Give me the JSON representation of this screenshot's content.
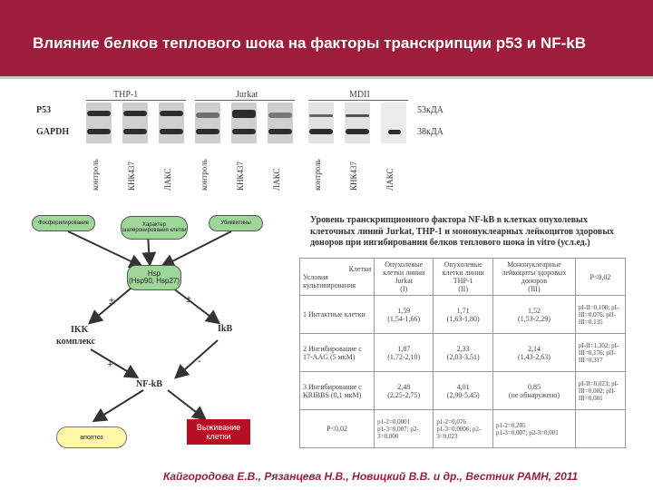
{
  "header": {
    "title": "Влияние белков теплового шока на факторы транскрипции р53 и NF-kB"
  },
  "blot": {
    "rows": [
      {
        "label": "P53",
        "size": "53кДА"
      },
      {
        "label": "GAPDH",
        "size": "38кДА"
      }
    ],
    "groups": [
      "THP-1",
      "Jurkat",
      "MDII"
    ],
    "lanes": [
      "контроль",
      "КНК437",
      "ЛАКС",
      "контроль",
      "КНК437",
      "ЛАКС",
      "контроль",
      "КНК437",
      "ЛАКС"
    ]
  },
  "scheme": {
    "phosphorylation": "Фосфорилирование",
    "chaperone": "Характер шаперонирования клетки",
    "ubiquitin": "Убиквитины",
    "hsp": "Hsp",
    "hsp_sub": "(Hsp90, Hsp27)",
    "ikk": "IKK",
    "ikk_sub": "комплекс",
    "ikb": "IkB",
    "nfkb": "NF-kB",
    "apoptosis": "апоптоз",
    "survival": "Выживание клетки",
    "sign_pm": "±",
    "sign_plus": "+",
    "sign_minus": "-"
  },
  "table": {
    "caption": "Уровень транскрипционного фактора NF-kB в клетках опухолевых клеточных линий Jurkat, THP-1 и мононуклеарных лейкоцитов здоровых доноров при ингибировании белков теплового шока in vitro (усл.ед.)",
    "headers": {
      "conditions": "Условия культивирования",
      "cells": "Клетки",
      "jurkat": "Опухолевые клетки линии Jurkat",
      "thp1": "Опухолевые клетки линии THP-1",
      "donors": "Мононуклеарные лейкоциты здоровых доноров",
      "p": "Р<0,02"
    },
    "numerals": {
      "jurkat": "(I)",
      "thp1": "(II)",
      "donors": "(III)"
    },
    "rows": [
      {
        "num": "1",
        "cond": "Интактные клетки",
        "jurkat": "1,59",
        "jurkat_ci": "(1,54-1,66)",
        "thp1": "1,71",
        "thp1_ci": "(1,63-1,80)",
        "donors": "1,52",
        "donors_ci": "(1,53-2,29)",
        "stats": "pI-II=0,108; pI-III=0,076; pII-III=0,135"
      },
      {
        "num": "2",
        "cond": "Ингибирование с 17-AAG (5 мкМ)",
        "jurkat": "1,87",
        "jurkat_ci": "(1,72-2,10)",
        "thp1": "2,33",
        "thp1_ci": "(2,03-3,51)",
        "donors": "2,14",
        "donors_ci": "(1,43-2,63)",
        "stats": "pI-II=1,302; pI-III=0,176; pII-III=0,317"
      },
      {
        "num": "3",
        "cond": "Ингибирование с KRIBBS (0,1 мкМ)",
        "jurkat": "2,48",
        "jurkat_ci": "(2,25-2,75)",
        "thp1": "4,01",
        "thp1_ci": "(2,90-5,45)",
        "donors": "0,85",
        "donors_ci": "(не обнаружено)",
        "stats": "pI-II=0,023; pI-III=0,002; pII-III=0,001"
      },
      {
        "num": "",
        "cond": "Р<0,02",
        "jurkat": "p1-2=0,0001",
        "jurkat_ci": "p1-3=0,007; p2-3=0,000",
        "thp1": "p1-2=0,076",
        "thp1_ci": "p1-3=0,0006; p2-3=0,023",
        "donors": "p1-2=0,205",
        "donors_ci": "p1-3=0,007; p2-3=0,001",
        "stats": ""
      }
    ]
  },
  "citation": "Кайгородова Е.В., Рязанцева Н.В., Новицкий В.В. и др., Вестник РАМН, 2011",
  "colors": {
    "header": "#9e1c3c",
    "scheme_box": "#9fd69a",
    "survival": "#b40f22",
    "apoptosis": "#fff7a6"
  }
}
